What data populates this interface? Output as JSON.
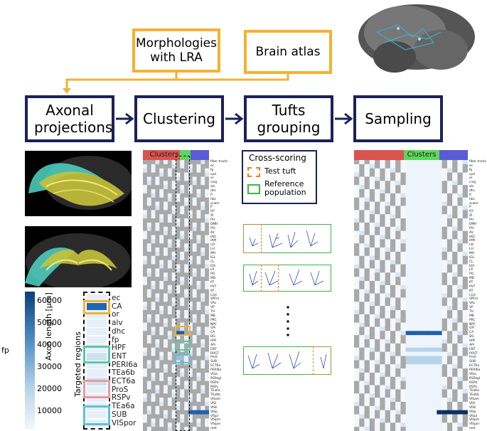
{
  "top_boxes": {
    "morphologies": "Morphologies with LRA",
    "atlas": "Brain atlas"
  },
  "steps": [
    "Axonal projections",
    "Clustering",
    "Tufts grouping",
    "Sampling"
  ],
  "heatmap1": {
    "title": "Clusters"
  },
  "heatmap2": {
    "title": "Clusters"
  },
  "cross_scoring": {
    "title": "Cross-scoring",
    "test_tuft": "Test tuft",
    "reference_population": "Reference population"
  },
  "colorbar": {
    "ticks": [
      "60000",
      "50000",
      "40000",
      "30000",
      "20000",
      "10000"
    ],
    "label": "Axon length [μm]",
    "side_label": "fp"
  },
  "targeted": {
    "title": "Targeted regions",
    "items": [
      "ec",
      "CA",
      "or",
      "alv",
      "dhc",
      "fp",
      "HPF",
      "ENT",
      "PERI6a",
      "TEa6b",
      "ECT6a",
      "ProS",
      "RSPv",
      "TEa6a",
      "SUB",
      "VISpor"
    ]
  },
  "region_labels": [
    "fiber tracts",
    "ec",
    "fp",
    "cpd",
    "or",
    "cing",
    "alv",
    "dhc",
    "fi",
    "hbc",
    "scwm",
    "P",
    "HY",
    "ZI",
    "PH",
    "DMH",
    "PVi",
    "AV",
    "IAD",
    "IAM",
    "LD",
    "LH",
    "MH",
    "IGL",
    "CL",
    "Eth",
    "LP",
    "PO",
    "MD",
    "PT",
    "PVT",
    "RT",
    "LGd",
    "SPFm",
    "VAL",
    "VP",
    "TH",
    "MB",
    "PRC",
    "NPC",
    "GPi",
    "CA",
    "DG",
    "HPF",
    "APr",
    "ENT",
    "POST",
    "ProS",
    "SUB",
    "ECT6a",
    "PERI6a",
    "VISa",
    "RSPagl",
    "RSPd",
    "RSPv",
    "TEa6a",
    "TEa6b",
    "VISam",
    "VISl",
    "VISli",
    "VISp",
    "VISpl",
    "VISpm",
    "VISpor",
    "root"
  ],
  "colors": {
    "gold": "#f2b233",
    "navy": "#1b2159",
    "cluster_red": "#d9534f",
    "cluster_green": "#5cd65c",
    "cluster_blue": "#5b5bd6",
    "test_orange": "#ef7f22",
    "ref_green": "#3db34a",
    "heat_grey": "#a9a9a9",
    "heat_high": "#1f5fa8"
  },
  "icons": [
    "arrow-right-icon",
    "brain-3d-render",
    "brain-section-image",
    "ellipsis-dots"
  ]
}
